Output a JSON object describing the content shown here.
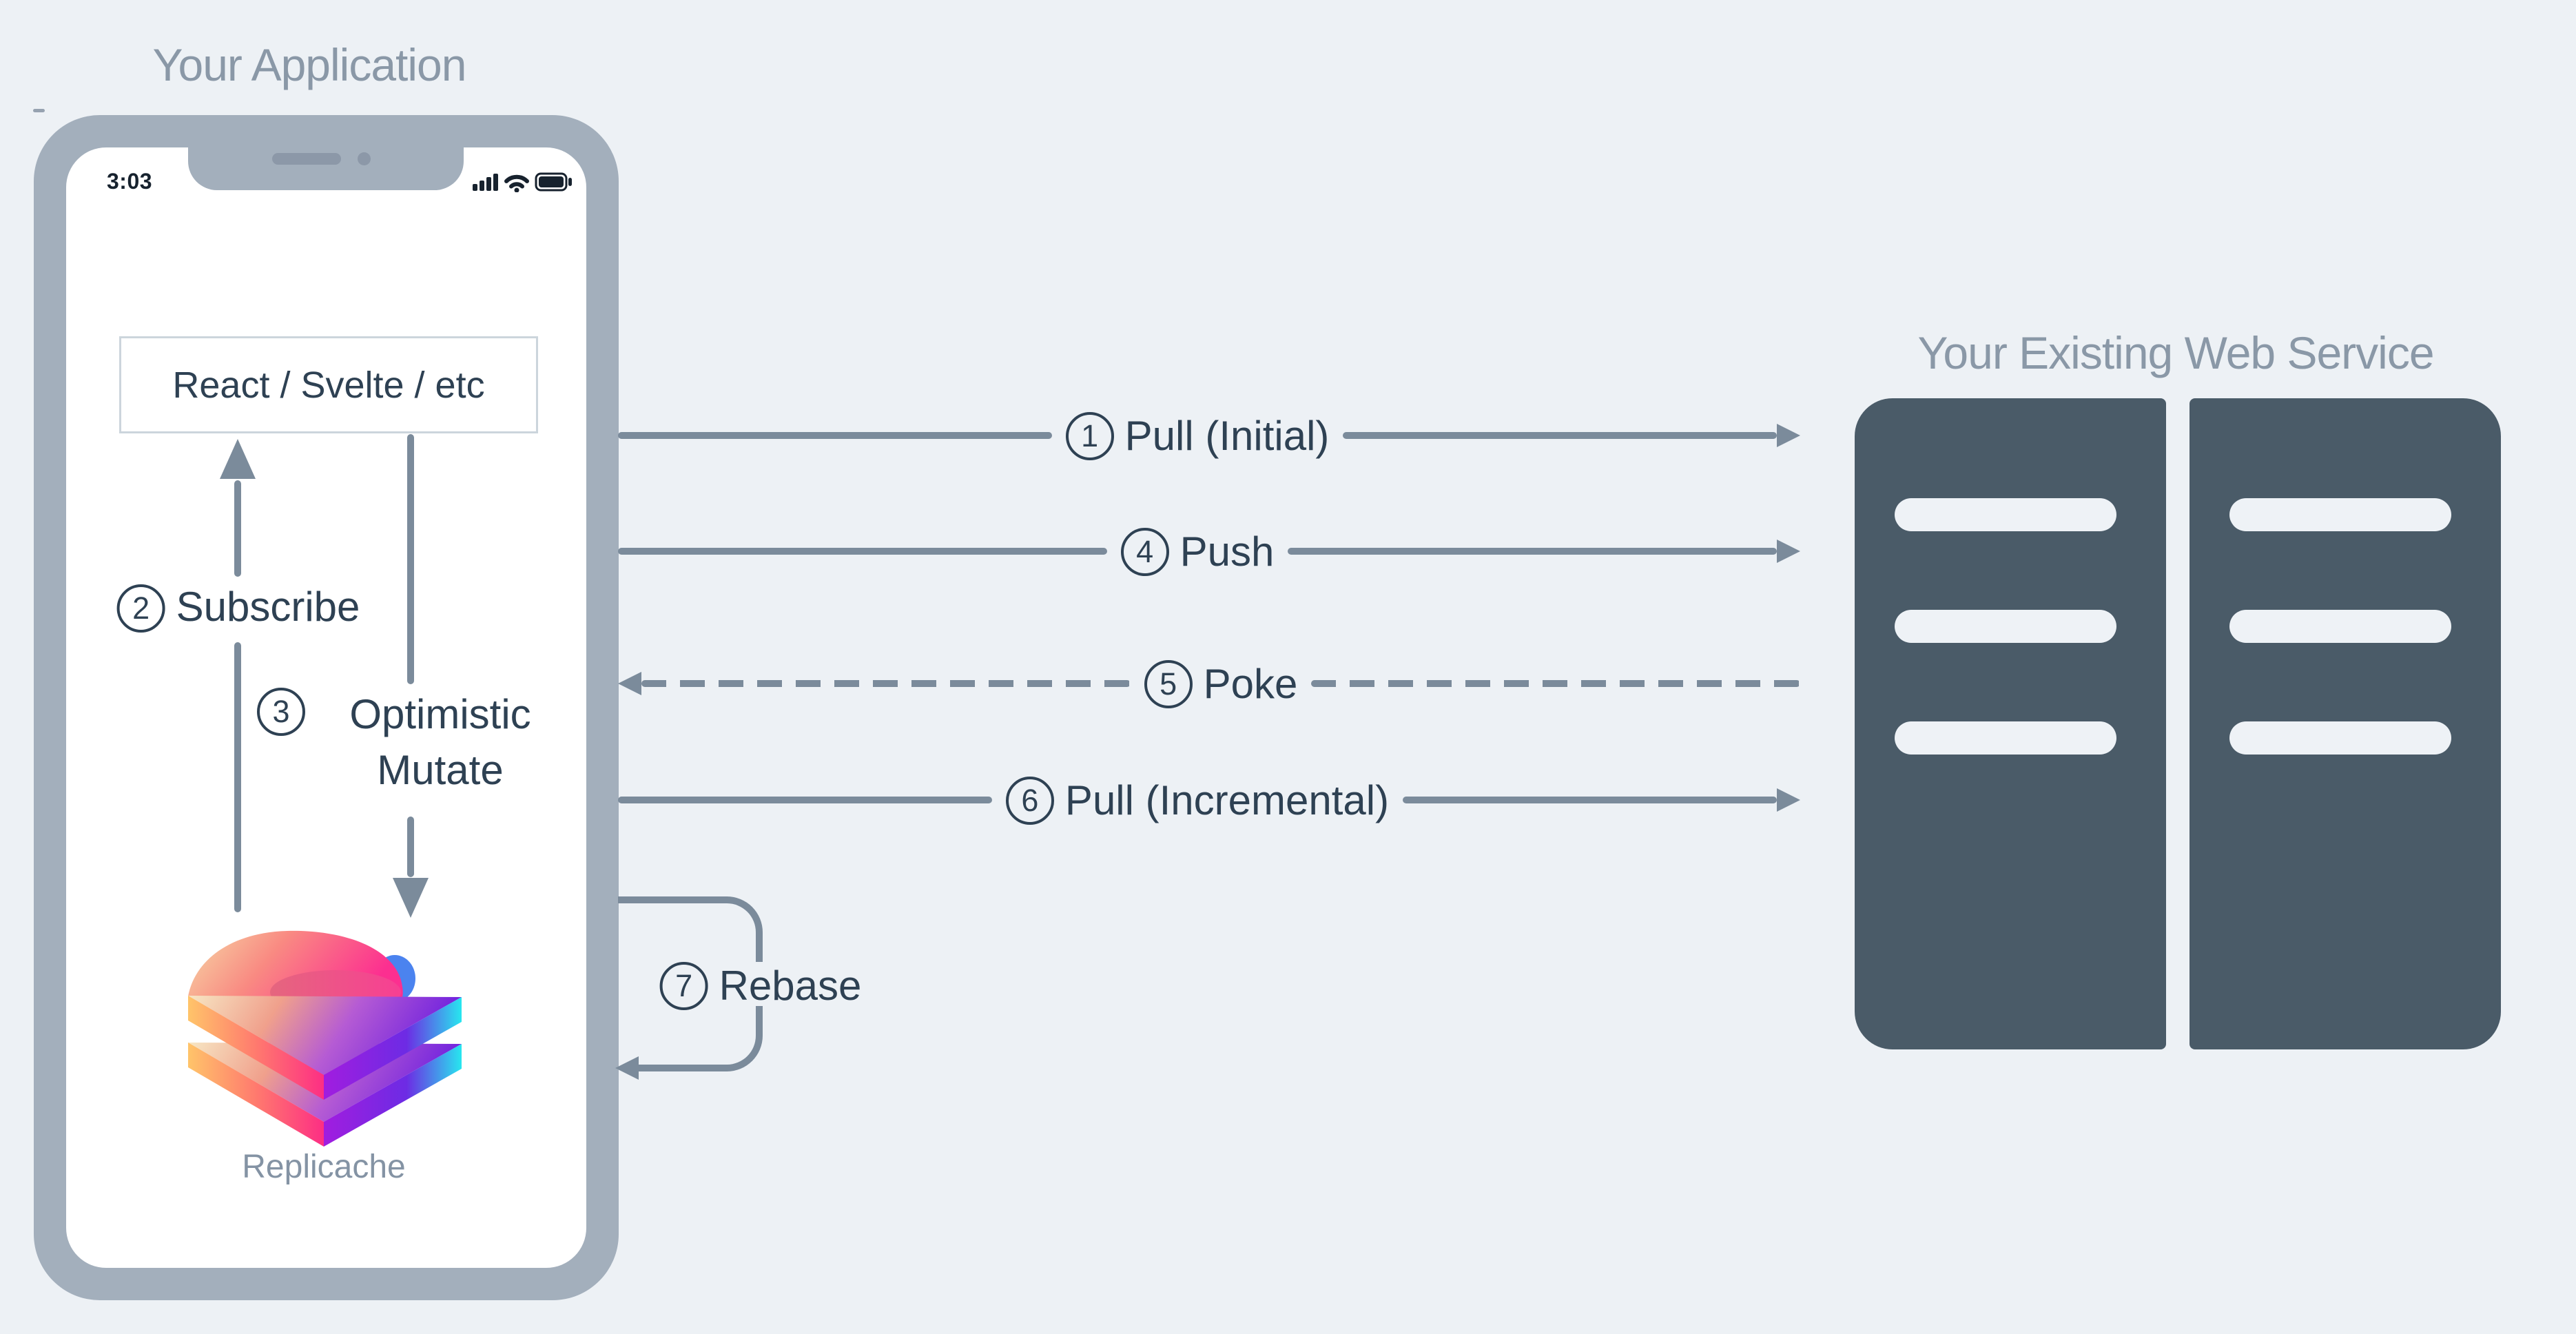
{
  "colors": {
    "background": "#edf1f5",
    "phone_bezel": "#a3afbc",
    "screen": "#ffffff",
    "server_rack": "#4a5b68",
    "arrow": "#7b8b9b",
    "flow_label_text": "#2e4153",
    "section_title_text": "#8a98a7",
    "status_bar_text": "#17222e",
    "framework_box_border": "#ccd5dc",
    "logo_gradient": [
      "#f7e7c4",
      "#f0a08c",
      "#fd2e84",
      "#7627dd",
      "#27e7ef"
    ]
  },
  "application": {
    "title": "Your Application",
    "status_bar": {
      "time": "3:03",
      "icons": [
        "cellular-signal-icon",
        "wifi-icon",
        "battery-icon"
      ]
    },
    "framework_box": {
      "label": "React / Svelte / etc"
    },
    "logo": {
      "name": "replicache-logo",
      "label": "Replicache"
    },
    "flows": [
      {
        "num": "2",
        "label": "Subscribe",
        "direction": "up-to-ui"
      },
      {
        "num": "3",
        "label": "Optimistic Mutate",
        "direction": "down-to-replicache"
      }
    ]
  },
  "web_service": {
    "title": "Your Existing Web Service",
    "racks": 2,
    "slots_per_rack": 3
  },
  "network_flows": [
    {
      "num": "1",
      "label": "Pull (Initial)",
      "line": "solid",
      "direction": "to-service"
    },
    {
      "num": "4",
      "label": "Push",
      "line": "solid",
      "direction": "to-service"
    },
    {
      "num": "5",
      "label": "Poke",
      "line": "dashed",
      "direction": "to-app"
    },
    {
      "num": "6",
      "label": "Pull (Incremental)",
      "line": "solid",
      "direction": "to-service"
    }
  ],
  "rebase_flow": {
    "num": "7",
    "label": "Rebase",
    "line": "loop",
    "direction": "loop-back-to-app"
  }
}
